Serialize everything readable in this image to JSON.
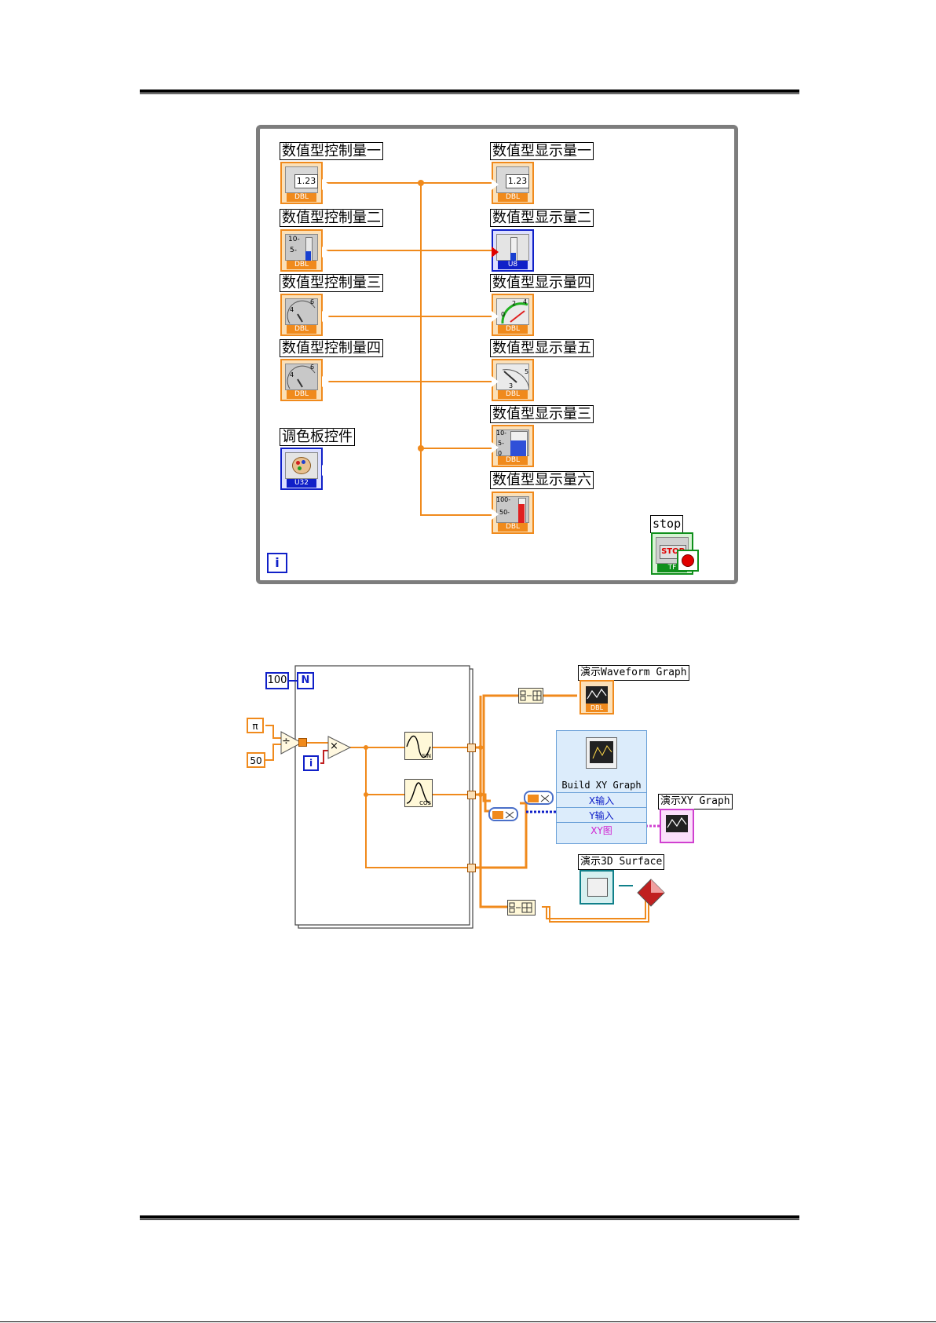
{
  "front_panel": {
    "controls": [
      {
        "label": "数值型控制量一",
        "type": "numeric",
        "display": "1.23",
        "repr": "DBL"
      },
      {
        "label": "数值型控制量二",
        "type": "slide",
        "ticks": [
          "10-",
          "5-"
        ],
        "repr": "DBL"
      },
      {
        "label": "数值型控制量三",
        "type": "knob",
        "ticks": [
          "4",
          "6"
        ],
        "repr": "DBL"
      },
      {
        "label": "数值型控制量四",
        "type": "knob",
        "ticks": [
          "4",
          "6"
        ],
        "repr": "DBL"
      },
      {
        "label": "调色板控件",
        "type": "color",
        "repr": "U32"
      }
    ],
    "indicators": [
      {
        "label": "数值型显示量一",
        "type": "numeric",
        "display": "1.23",
        "repr": "DBL"
      },
      {
        "label": "数值型显示量二",
        "type": "slide",
        "repr": "U8"
      },
      {
        "label": "数值型显示量四",
        "type": "meter",
        "ticks": [
          "0",
          "2",
          "4"
        ],
        "repr": "DBL"
      },
      {
        "label": "数值型显示量五",
        "type": "gauge",
        "ticks": [
          "3",
          "5"
        ],
        "repr": "DBL"
      },
      {
        "label": "数值型显示量三",
        "type": "tank",
        "ticks": [
          "10-",
          "5-",
          "0"
        ],
        "repr": "DBL"
      },
      {
        "label": "数值型显示量六",
        "type": "thermometer",
        "ticks": [
          "100-",
          "50-"
        ],
        "repr": "DBL"
      }
    ],
    "stop": {
      "label": "stop",
      "button_text": "STOP",
      "repr": "TF"
    },
    "iteration": "i"
  },
  "block_diagram": {
    "count_terminal": "100",
    "count_label": "N",
    "iteration": "i",
    "pi_constant": "π",
    "divisor_constant": "50",
    "divide_symbol": "÷",
    "multiply_symbol": "×",
    "sin_label": "SIN",
    "cos_label": "COS",
    "waveform_graph_label": "演示Waveform Graph",
    "build_xy": {
      "title": "Build XY Graph",
      "x_input": "X输入",
      "y_input": "Y输入",
      "xy_graph": "XY图"
    },
    "xy_graph_label": "演示XY Graph",
    "surface_label": "演示3D Surface"
  }
}
